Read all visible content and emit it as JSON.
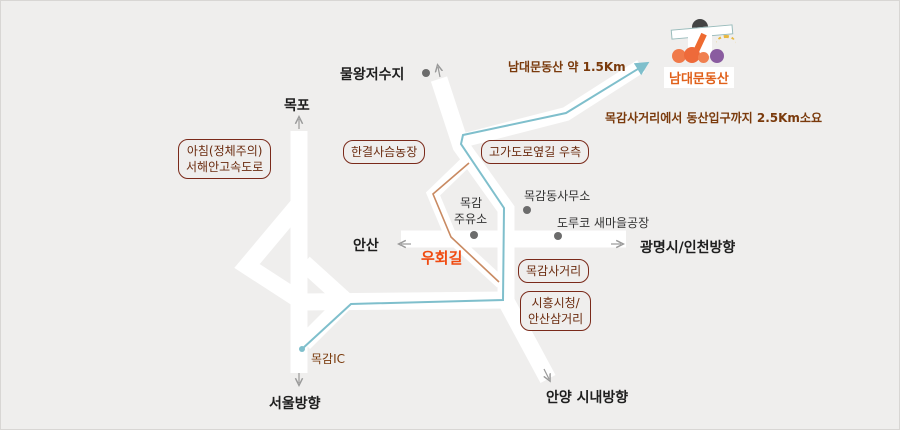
{
  "destination": {
    "name": "남대문동산",
    "logo_icon": "namdaemun-dongsan-logo"
  },
  "distance_note": "남대문동산 약 1.5Km",
  "time_note": "목감사거리에서 동산입구까지 2.5Km소요",
  "places": {
    "mulwang": "물왕저수지",
    "mokpo": "목포",
    "ansan": "안산",
    "gwangmyeong": "광명시/인천방향",
    "seoul": "서울방향",
    "anyang": "안양 시내방향",
    "mokgam_ic": "목감IC",
    "office": "목감동사무소",
    "factory": "도루코 새마을공장",
    "gas_line1": "목감",
    "gas_line2": "주유소",
    "detour": "우회길"
  },
  "boxes": {
    "expressway_line1": "아침(정체주의)",
    "expressway_line2": "서해안고속도로",
    "farm": "한결사슴농장",
    "overpass": "고가도로옆길 우측",
    "crossroad": "목감사거리",
    "siheung_line1": "시흥시청/",
    "siheung_line2": "안산삼거리"
  },
  "colors": {
    "route": "#7fbfcc",
    "detour": "#c98a62",
    "road": "#ffffff",
    "background": "#efeeed",
    "label_brown": "#7a3a0c",
    "detour_label": "#f04a10"
  }
}
